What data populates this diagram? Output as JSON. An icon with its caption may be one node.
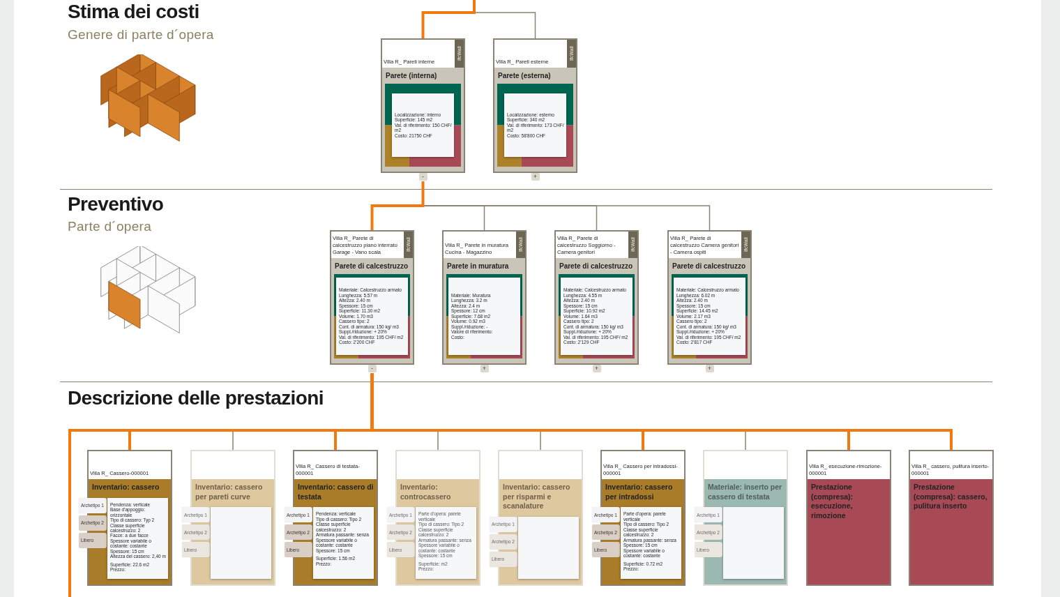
{
  "diagram": {
    "nodes": [
      {
        "text": [
          "Villa R_ Pareti interne",
          "IfcWall",
          "Parete (interna)"
        ],
        "beside": [
          "-"
        ]
      },
      {
        "text": [
          "Localizzazione: interno",
          "Superficie: 145 m2",
          "Val. di riferimento: 150 CHF/ m2",
          "Costo: 21750 CHF"
        ],
        "in": 0
      },
      {
        "text": [
          "Villa R_ Pareti esterne",
          "IfcWall",
          "Parete (esterna)"
        ],
        "beside": [
          "+"
        ]
      },
      {
        "text": [
          "Localizzazione: esterno",
          "Superficie: 340 m2",
          "Val. di riferimento: 173 CHF/ m2",
          "Costo: 58'800 CHF"
        ],
        "in": 2
      },
      {
        "text": [
          "Villa R_ Parete di calcestruzzo piano interrato Garage - Vano scala",
          "IfcWall",
          "Parete di calcestruzzo"
        ],
        "beside": [
          "-"
        ]
      },
      {
        "text": [
          "Materiale: Calcestruzzo armato",
          "Lunghezza: 5.57 m",
          "Altezza: 2.40 m",
          "Spessore: 15 cm",
          "Superficie: 11.30 m2",
          "Volume: 1.70 m3",
          "Cassero tipo: 2",
          "Cont. di armatura: 150 kg/ m3",
          "Suppl./riduzione: + 20%",
          "Val. di riferimento: 195 CHF/ m2",
          "Costo: 2'200 CHF"
        ],
        "in": 4
      },
      {
        "text": [
          "Villa R_ Parete in muratura Cucina - Magazzino",
          "IfcWall",
          "Parete in muratura"
        ],
        "beside": [
          "+"
        ]
      },
      {
        "text": [
          "Materiale: Muratura",
          "Lunghezza: 3.2 m",
          "Altezza: 2.4 m",
          "Spessore: 12 cm",
          "Superficie: 7.68 m2",
          "Volume: 0.92 m3",
          "Suppl./riduzione: -",
          "Valore di riferimento:",
          "Costo:"
        ],
        "in": 6
      },
      {
        "text": [
          "Villa R_ Parete di calcestruzzo Soggiorno - Camera genitori",
          "IfcWall",
          "Parete di calcestruzzo"
        ],
        "beside": [
          "+"
        ]
      },
      {
        "text": [
          "Materiale: Calcestruzzo armato",
          "Lunghezza: 4.55 m",
          "Altezza: 2.40 m",
          "Spessore: 15 cm",
          "Superficie: 10.92 m2",
          "Volume: 1.64 m3",
          "Cassero tipo: 2",
          "Cont. di armatura: 150 kg/ m3",
          "Suppl./riduzione: + 20%",
          "Val. di riferimento: 195 CHF/ m2",
          "Costo: 2'129 CHF"
        ],
        "in": 8
      },
      {
        "text": [
          "Villa R_ Parete di calcestruzzo Camera genitori - Camera ospiti",
          "IfcWall",
          "Parete di calcestruzzo"
        ],
        "beside": [
          "+"
        ]
      },
      {
        "text": [
          "Materiale: Calcestruzzo armato",
          "Lunghezza: 6.02 m",
          "Altezza: 2.40 m",
          "Spessore: 15 cm",
          "Superficie: 14.45 m2",
          "Volume: 2.17 m3",
          "Cassero tipo: 2",
          "Cont. di armatura: 150 kg/ m3",
          "Suppl./riduzione: + 20%",
          "Val. di riferimento: 195 CHF/ m2",
          "Costo: 2'817 CHF"
        ],
        "in": 10
      },
      {
        "text": [
          "Villa R_ Cassero-000001",
          "Inventario: cassero",
          "Archetipo 1",
          "Archetipo 2",
          "Libero"
        ]
      },
      {
        "text": [
          "Pendenza: verticale",
          "Base d'appoggio: orizzontale",
          "Tipo di cassero: Typ 2",
          "Classe superficie calcestruzzo: 2",
          "Facce: a due facce",
          "Spessore variabile o costante: costante",
          "Spessore: 15 cm",
          "Altezza del cassero: 2,40 m",
          "Superficie: 22.6 m2",
          "Prezzo:"
        ],
        "in": 12
      },
      {
        "text": [
          "Inventario: cassero per pareti curve",
          "Archetipo 1",
          "Archetipo 2",
          "Libero"
        ]
      },
      {
        "text": [],
        "shape": "box",
        "in": 14
      },
      {
        "text": [
          "Villa R_ Cassero di testata-000001",
          "Inventario: cassero di testata",
          "Archetipo 1",
          "Archetipo 2",
          "Libero"
        ]
      },
      {
        "text": [
          "Pendenza: verticale",
          "Tipo di cassero: Tipo 2",
          "Classe superficie calcestruzzo: 2",
          "Armatura passante: senza",
          "Spessore variabile o costante: costante",
          "Spessore: 15 cm",
          "Superficie: 1.56 m2",
          "Prezzo:"
        ],
        "in": 16
      },
      {
        "text": [
          "Inventario: controcassero",
          "Archetipo 1",
          "Archetipo 2",
          "Libero"
        ]
      },
      {
        "text": [
          "Parte d'opera: parete verticale",
          "Tipo di cassero: Tipo 2",
          "Classe superficie calcestruzzo: 2",
          "Armatura passante: senza",
          "Spessore variabile o costante: costante",
          "Spessore: 15 cm",
          "Superficie: m2",
          "Prezzo:"
        ],
        "in": 18
      },
      {
        "text": [
          "Inventario: cassero per risparmi e scanalature",
          "Archetipo 1",
          "Archetipo 2",
          "Libero"
        ]
      },
      {
        "text": [],
        "shape": "box",
        "in": 20
      },
      {
        "text": [
          "Villa R_ Cassero per intradossi-000001",
          "Inventario: cassero per intradossi",
          "Archetipo 1",
          "Archetipo 2",
          "Libero"
        ]
      },
      {
        "text": [
          "Parte d'opera: parete verticale",
          "Tipo di cassero: Tipo 2",
          "Classe superficie calcestruzzo: 2",
          "Armatura passante: senza",
          "Spessore: 15 cm",
          "Spessore variabile o costante: costante",
          "Superficie: 0.72 m2",
          "Prezzo:"
        ],
        "in": 22
      },
      {
        "text": [
          "Materiale: inserto per cassero di testata",
          "Archetipo 1",
          "Archetipo 2",
          "Libero"
        ]
      },
      {
        "text": [],
        "shape": "box",
        "in": 24
      },
      {
        "text": [
          "Villa R_ esecuzione-rimozione-000001",
          "Prestazione (compresa): esecuzione, rimozione"
        ]
      },
      {
        "text": [
          "Villa R_ cassero, pulitura inserto-000001",
          "Prestazione (compresa): cassero, pulitura inserto"
        ]
      }
    ],
    "edges": [
      {
        "from": null,
        "to": 0,
        "arrow": "none",
        "style": "thick",
        "color": "#f07a10"
      },
      {
        "from": null,
        "to": 2,
        "arrow": "none",
        "color": "#8a8272"
      },
      {
        "from": 0,
        "to": 4,
        "arrow": "none",
        "style": "thick",
        "color": "#f07a10"
      },
      {
        "from": 0,
        "to": 6,
        "arrow": "none",
        "color": "#8a8272"
      },
      {
        "from": 0,
        "to": 8,
        "arrow": "none",
        "color": "#8a8272"
      },
      {
        "from": 0,
        "to": 10,
        "arrow": "none",
        "color": "#8a8272"
      },
      {
        "from": 4,
        "to": 12,
        "arrow": "none",
        "style": "thick",
        "color": "#f07a10"
      },
      {
        "from": 4,
        "to": 14,
        "arrow": "none",
        "color": "#8a8272"
      },
      {
        "from": 4,
        "to": 16,
        "arrow": "none",
        "style": "thick",
        "color": "#f07a10"
      },
      {
        "from": 4,
        "to": 18,
        "arrow": "none",
        "color": "#8a8272"
      },
      {
        "from": 4,
        "to": 20,
        "arrow": "none",
        "color": "#8a8272"
      },
      {
        "from": 4,
        "to": 22,
        "arrow": "none",
        "style": "thick",
        "color": "#f07a10"
      },
      {
        "from": 4,
        "to": 24,
        "arrow": "none",
        "color": "#8a8272"
      },
      {
        "from": 4,
        "to": 26,
        "arrow": "none",
        "style": "thick",
        "color": "#f07a10"
      },
      {
        "from": 4,
        "to": 27,
        "arrow": "none",
        "style": "thick",
        "color": "#f07a10"
      },
      {
        "from": 4,
        "to": null,
        "arrow": "none",
        "style": "thick",
        "color": "#f07a10"
      }
    ],
    "labels": [
      "Stima dei costi",
      "Genere di parte d´opera",
      "Preventivo",
      "Parte d´opera",
      "Descrizione delle prestazioni"
    ]
  }
}
